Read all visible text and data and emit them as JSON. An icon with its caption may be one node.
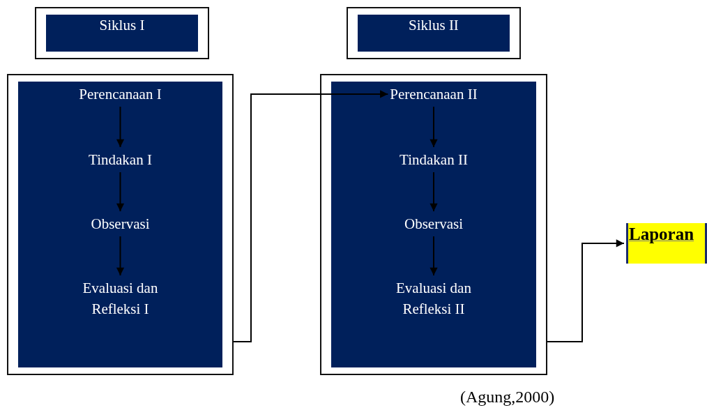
{
  "diagram": {
    "nodes": [
      {
        "text": [
          "Siklus I"
        ]
      },
      {
        "text": [
          "Siklus II"
        ]
      },
      {
        "text": [],
        "shape": "box"
      },
      {
        "text": [
          "Perencanaan I"
        ],
        "in": 2
      },
      {
        "text": [
          "Tindakan I"
        ],
        "in": 2
      },
      {
        "text": [
          "Observasi"
        ],
        "in": 2
      },
      {
        "text": [
          "Evaluasi dan Refleksi I"
        ],
        "in": 2
      },
      {
        "text": [],
        "shape": "box"
      },
      {
        "text": [
          "Perencanaan II"
        ],
        "in": 7
      },
      {
        "text": [
          "Tindakan II"
        ],
        "in": 7
      },
      {
        "text": [
          "Observasi"
        ],
        "in": 7
      },
      {
        "text": [
          "Evaluasi dan Refleksi II"
        ],
        "in": 7
      },
      {
        "text": [
          "Laporan"
        ]
      }
    ],
    "edges": [
      {
        "from": 3,
        "to": 4,
        "arrow": "to"
      },
      {
        "from": 4,
        "to": 5,
        "arrow": "to"
      },
      {
        "from": 5,
        "to": 6,
        "arrow": "to"
      },
      {
        "from": 8,
        "to": 9,
        "arrow": "to"
      },
      {
        "from": 9,
        "to": 10,
        "arrow": "to"
      },
      {
        "from": 10,
        "to": 11,
        "arrow": "to"
      },
      {
        "from": 2,
        "to": 8,
        "arrow": "to"
      },
      {
        "from": 7,
        "to": 12,
        "arrow": "to"
      }
    ],
    "caption": "(Agung,2000)"
  }
}
